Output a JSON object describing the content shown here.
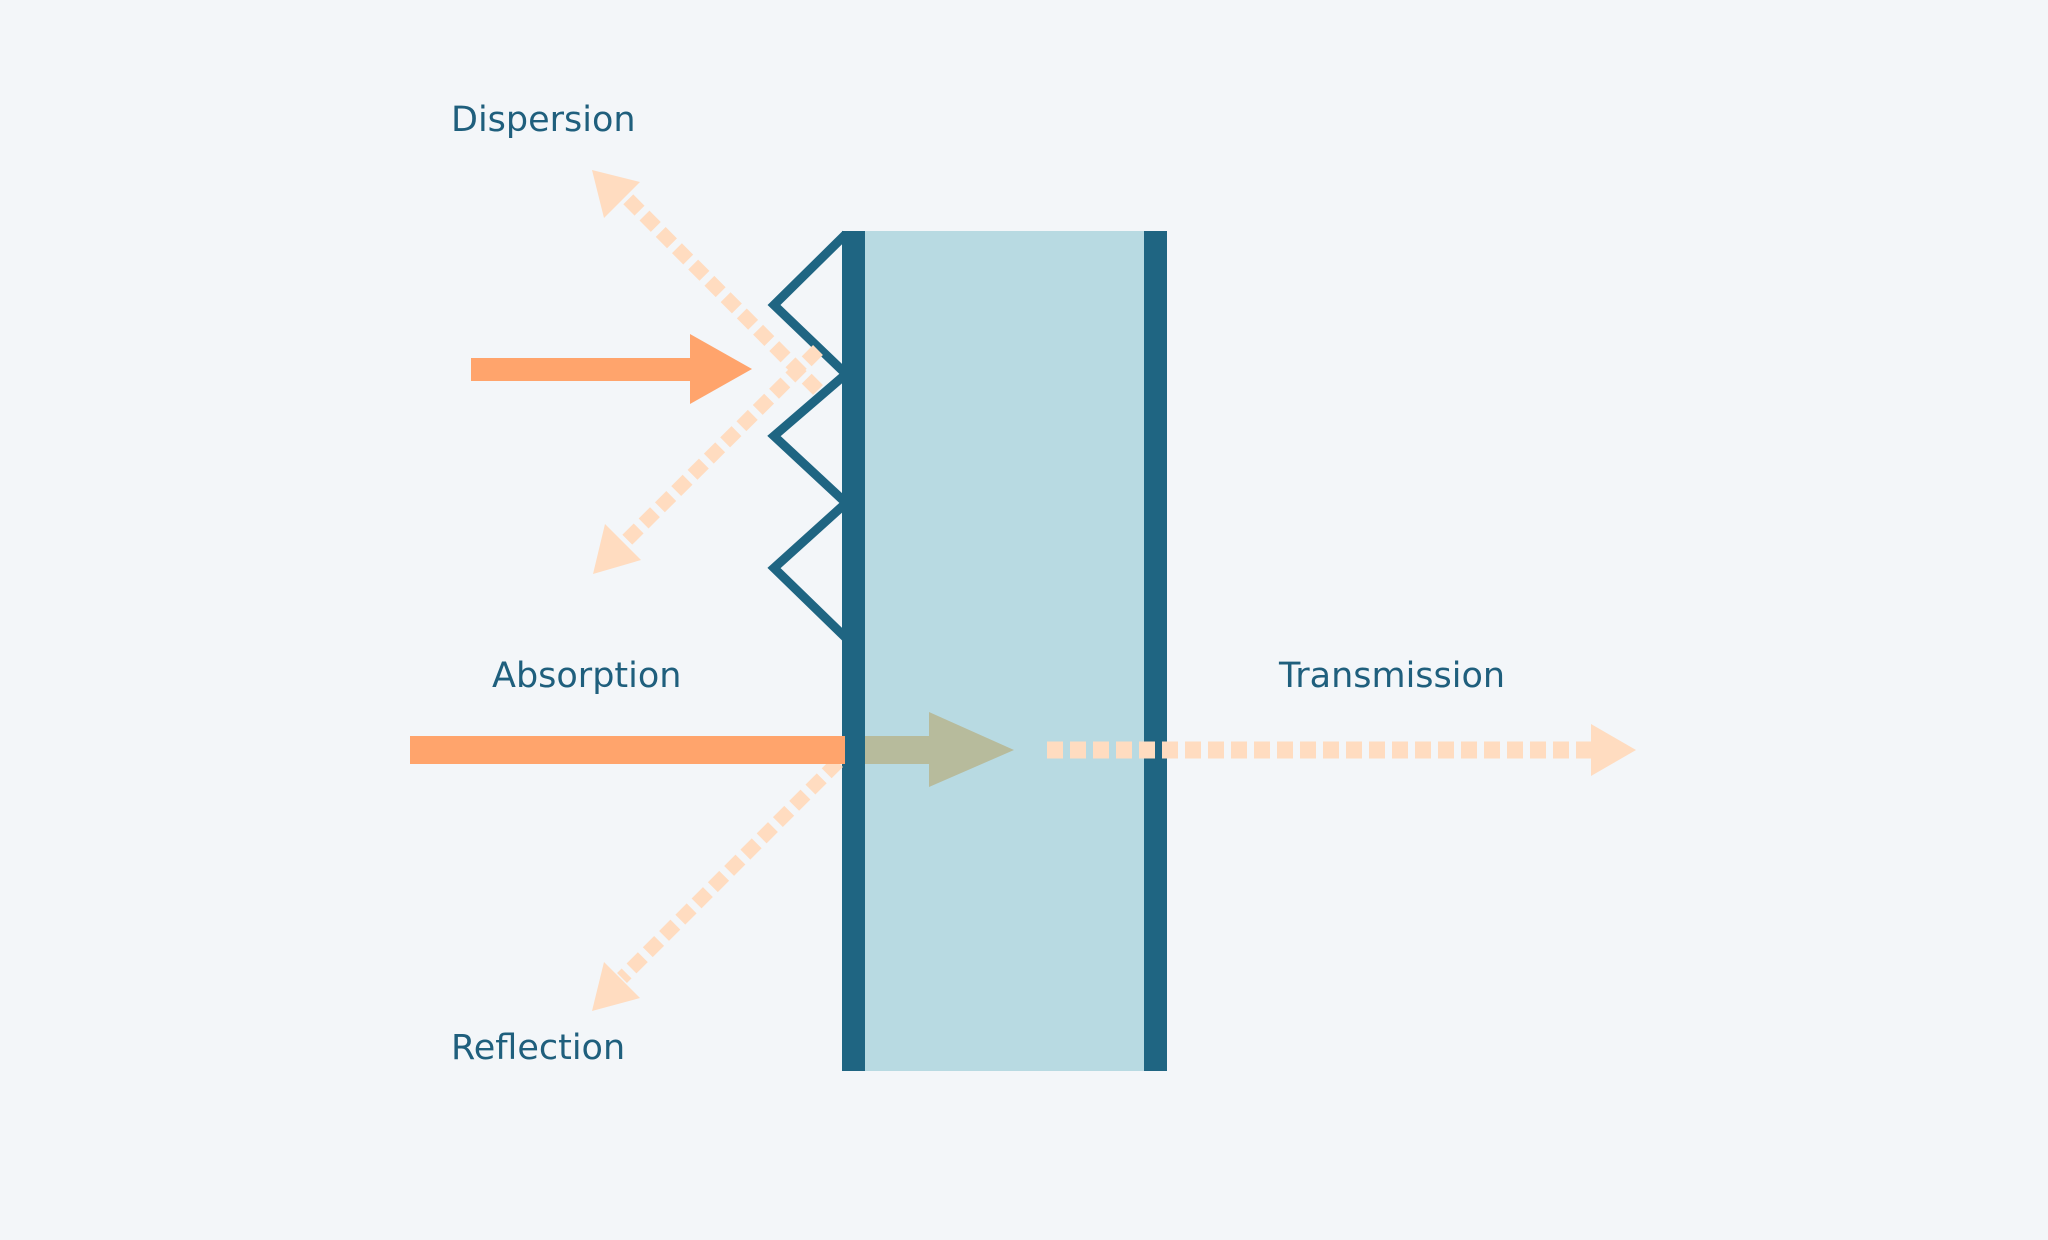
{
  "labels": {
    "dispersion": "Dispersion",
    "absorption": "Absorption",
    "transmission": "Transmission",
    "reflection": "Reflection"
  },
  "colors": {
    "background": "#f3f6f9",
    "panel_fill": "#b8dae2",
    "panel_edge": "#1f6582",
    "incident_ray": "#ffa46c",
    "scattered_ray": "#ffdcc0",
    "absorbed_ray": "#b7bb9c",
    "label_text": "#1f5f7d"
  }
}
